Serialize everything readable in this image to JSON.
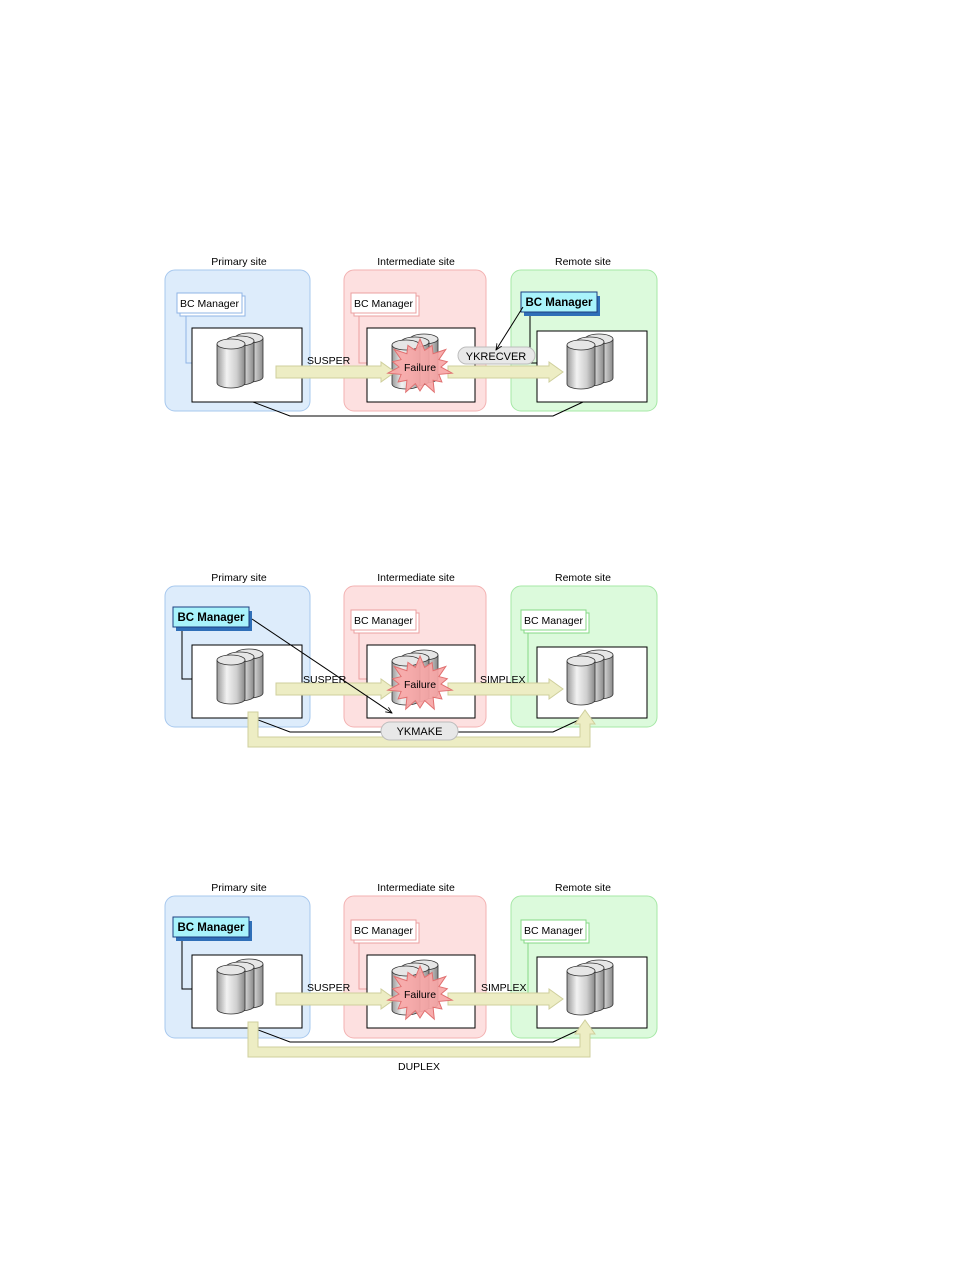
{
  "sites": {
    "primary": "Primary site",
    "intermediate": "Intermediate site",
    "remote": "Remote site"
  },
  "labels": {
    "bc_manager": "BC Manager",
    "failure": "Failure",
    "susper": "SUSPER",
    "simplex": "SIMPLEX",
    "duplex": "DUPLEX"
  },
  "commands": {
    "ykrecver": "YKRECVER",
    "ykmake": "YKMAKE"
  },
  "colors": {
    "primary_fill": "#ddecfb",
    "primary_stroke": "#a7c8ee",
    "intermediate_fill": "#fde0e0",
    "intermediate_stroke": "#f3b2b2",
    "remote_fill": "#dcfadc",
    "remote_stroke": "#a6e8a6",
    "arrow_fill": "#ededc4",
    "arrow_stroke": "#cfcf9c",
    "failure_fill": "#f7a6a6",
    "failure_stroke": "#e07070",
    "bc_active_fill": "#a9f3fb",
    "command_pill": "#e8e8e8"
  }
}
